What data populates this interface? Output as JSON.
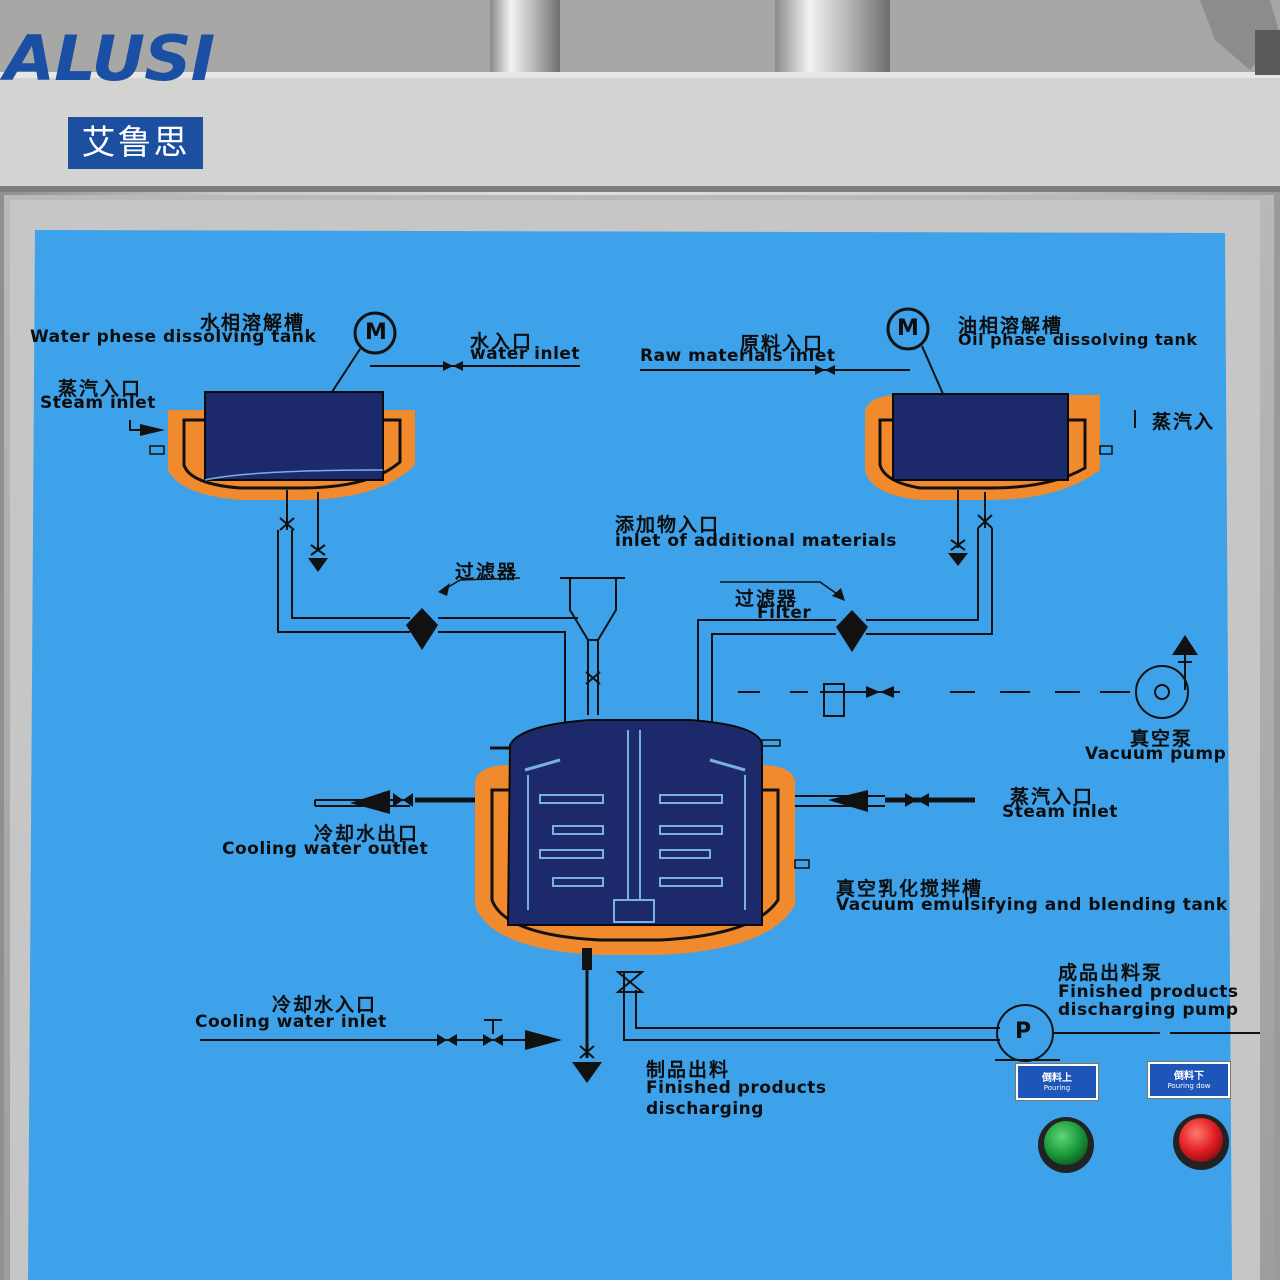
{
  "brand": {
    "logo_en": "ALUSI",
    "logo_cn": "艾鲁思"
  },
  "diagram": {
    "water_tank_cn": "水相溶解槽",
    "water_tank_en": "Water phese dissolving tank",
    "water_inlet_cn": "水入口",
    "water_inlet_en": "water inlet",
    "raw_inlet_cn": "原料入口",
    "raw_inlet_en": "Raw materials inlet",
    "oil_tank_cn": "油相溶解槽",
    "oil_tank_en": "Oil phase dissolving tank",
    "steam_inlet_left_cn": "蒸汽入口",
    "steam_inlet_left_en": "Steam inlet",
    "steam_inlet_right_cn": "蒸汽入",
    "additive_inlet_cn": "添加物入口",
    "additive_inlet_en": "inlet of additional materials",
    "filter_left_cn": "过滤器",
    "filter_right_cn": "过滤器",
    "filter_right_en": "Filter",
    "vacuum_pump_cn": "真空泵",
    "vacuum_pump_en": "Vacuum pump",
    "steam_inlet_main_cn": "蒸汽入口",
    "steam_inlet_main_en": "Steam inlet",
    "cooling_outlet_cn": "冷却水出口",
    "cooling_outlet_en": "Cooling water outlet",
    "main_tank_cn": "真空乳化搅拌槽",
    "main_tank_en": "Vacuum emulsifying and blending tank",
    "pump_cn": "成品出料泵",
    "pump_en_1": "Finished products",
    "pump_en_2": "discharging pump",
    "pump_symbol": "P",
    "motor_symbol": "M",
    "cooling_inlet_cn": "冷却水入口",
    "cooling_inlet_en": "Cooling water inlet",
    "discharge_cn": "制品出料",
    "discharge_en_1": "Finished products",
    "discharge_en_2": "discharging"
  },
  "controls": {
    "pour_up_cn": "倒料上",
    "pour_up_en": "Pouring",
    "pour_down_cn": "倒料下",
    "pour_down_en": "Pouring dow"
  },
  "colors": {
    "panel_blue": "#3ea2ea",
    "tank_navy": "#1c2a6b",
    "jacket_orange": "#f08a2c",
    "button_green": "#1c9a3a",
    "button_red": "#e21e24",
    "brand_blue": "#1d4fa0"
  }
}
